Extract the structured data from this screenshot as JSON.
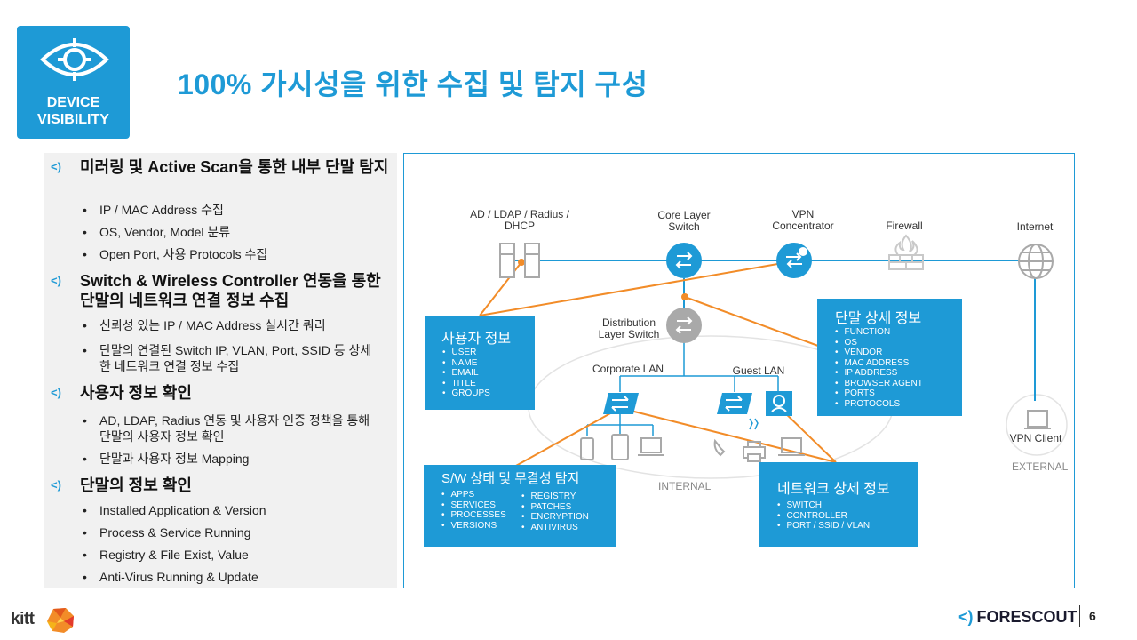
{
  "badge": {
    "line1": "DEVICE",
    "line2": "VISIBILITY",
    "icon": "eye-target-icon"
  },
  "title": "100% 가시성을 위한 수집 및 탐지 구성",
  "left_panel": {
    "sections": [
      {
        "heading": "미러링 및 Active Scan을 통한 내부 단말 탐지",
        "bullets": [
          "IP / MAC Address 수집",
          "OS, Vendor, Model 분류",
          "Open Port, 사용 Protocols 수집"
        ]
      },
      {
        "heading": "Switch & Wireless Controller 연동을 통한 단말의 네트워크 연결 정보 수집",
        "bullets": [
          "신뢰성 있는 IP / MAC Address 실시간 쿼리",
          "단말의 연결된 Switch IP, VLAN, Port, SSID 등 상세한 네트워크 연결 정보 수집"
        ]
      },
      {
        "heading": "사용자 정보 확인",
        "bullets": [
          "AD, LDAP, Radius 연동 및 사용자 인증 정책을 통해 단말의 사용자 정보 확인",
          "단말과 사용자 정보 Mapping"
        ]
      },
      {
        "heading": "단말의 정보 확인",
        "bullets": [
          "Installed Application & Version",
          "Process & Service Running",
          "Registry & File Exist, Value",
          "Anti-Virus Running & Update"
        ]
      }
    ]
  },
  "diagram": {
    "nodes": {
      "ad": "AD / LDAP / Radius / DHCP",
      "core": "Core Layer Switch",
      "vpn": "VPN Concentrator",
      "firewall": "Firewall",
      "internet": "Internet",
      "distribution": "Distribution Layer Switch",
      "corporate_lan": "Corporate LAN",
      "guest_lan": "Guest LAN",
      "vpn_client": "VPN Client"
    },
    "zones": {
      "internal": "INTERNAL",
      "external": "EXTERNAL"
    },
    "boxes": {
      "user_info": {
        "title": "사용자 정보",
        "items": [
          "USER",
          "NAME",
          "EMAIL",
          "TITLE",
          "GROUPS"
        ]
      },
      "device_detail": {
        "title": "단말 상세 정보",
        "items": [
          "FUNCTION",
          "OS",
          "VENDOR",
          "MAC ADDRESS",
          "IP ADDRESS",
          "BROWSER  AGENT",
          "PORTS",
          "PROTOCOLS"
        ]
      },
      "sw_status": {
        "title": "S/W 상태 및 무결성 탐지",
        "items_left": [
          "APPS",
          "SERVICES",
          "PROCESSES",
          "VERSIONS"
        ],
        "items_right": [
          "REGISTRY",
          "PATCHES",
          "ENCRYPTION",
          "ANTIVIRUS"
        ]
      },
      "network_detail": {
        "title": "네트워크 상세 정보",
        "items": [
          "SWITCH",
          "CONTROLLER",
          "PORT  / SSID  / VLAN"
        ]
      }
    },
    "colors": {
      "accent": "#1e9ad6",
      "link": "#f28c28",
      "gray": "#a9a9a9"
    }
  },
  "footer": {
    "kitt": "kitt",
    "forescout_mark": "<)",
    "forescout": "FORESCOUT",
    "page": "6"
  }
}
